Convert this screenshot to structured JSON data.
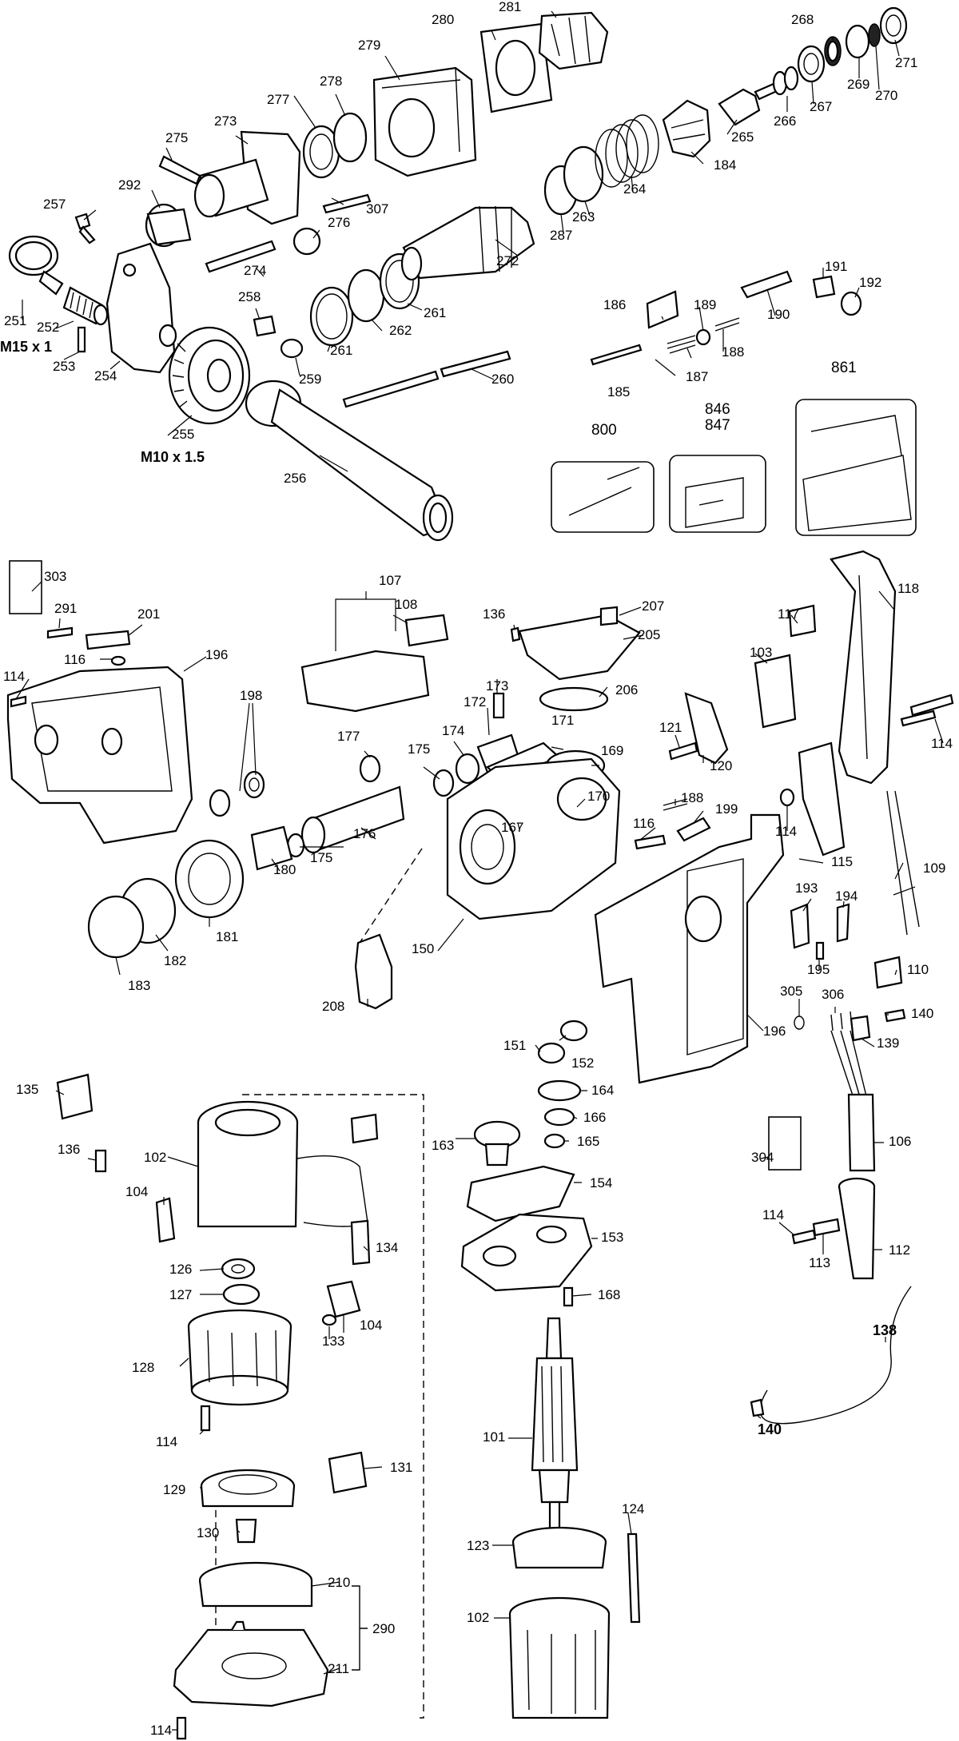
{
  "labels": {
    "p251": "251",
    "p252": "252",
    "p253": "253",
    "p254": "254",
    "p255": "255",
    "p256": "256",
    "p257": "257",
    "p258": "258",
    "p259": "259",
    "p260": "260",
    "p261a": "261",
    "p261b": "261",
    "p262": "262",
    "p263": "263",
    "p264": "264",
    "p265": "265",
    "p266": "266",
    "p267": "267",
    "p268": "268",
    "p269": "269",
    "p270": "270",
    "p271": "271",
    "p272": "272",
    "p273": "273",
    "p274": "274",
    "p275": "275",
    "p276": "276",
    "p277": "277",
    "p278": "278",
    "p279": "279",
    "p280": "280",
    "p281": "281",
    "p287": "287",
    "p292": "292",
    "p307": "307",
    "p184": "184",
    "p185": "185",
    "p186": "186",
    "p187": "187",
    "p188a": "188",
    "p189": "189",
    "p190": "190",
    "p191": "191",
    "p192": "192",
    "m15": "M15 x 1",
    "m10": "M10 x 1.5",
    "p800": "800",
    "p846": "846",
    "p847": "847",
    "p861": "861",
    "p303": "303",
    "p291": "291",
    "p201": "201",
    "p116a": "116",
    "p196a": "196",
    "p114a": "114",
    "p198": "198",
    "p107": "107",
    "p108": "108",
    "p136a": "136",
    "p207": "207",
    "p205": "205",
    "p206": "206",
    "p173": "173",
    "p172": "172",
    "p171": "171",
    "p177": "177",
    "p174": "174",
    "p175a": "175",
    "p169": "169",
    "p170": "170",
    "p167": "167",
    "p176": "176",
    "p175b": "175",
    "p180": "180",
    "p181": "181",
    "p182": "182",
    "p183": "183",
    "p150": "150",
    "p208": "208",
    "p117": "117",
    "p118": "118",
    "p103": "103",
    "p121": "121",
    "p120": "120",
    "p114b": "114",
    "p114c": "114",
    "p188b": "188",
    "p199": "199",
    "p116b": "116",
    "p115": "115",
    "p109": "109",
    "p193": "193",
    "p194": "194",
    "p195": "195",
    "p110": "110",
    "p305": "305",
    "p306": "306",
    "p140a": "140",
    "p139": "139",
    "p196b": "196",
    "p151": "151",
    "p152": "152",
    "p164": "164",
    "p166": "166",
    "p165": "165",
    "p163": "163",
    "p154": "154",
    "p153": "153",
    "p168": "168",
    "p101": "101",
    "p124": "124",
    "p123": "123",
    "p102b": "102",
    "p135": "135",
    "p136b": "136",
    "p102a": "102",
    "p104a": "104",
    "p134": "134",
    "p126": "126",
    "p127": "127",
    "p104b": "104",
    "p133": "133",
    "p128": "128",
    "p114d": "114",
    "p129": "129",
    "p131": "131",
    "p130": "130",
    "p210": "210",
    "p290": "290",
    "p211": "211",
    "p114e": "114",
    "p106": "106",
    "p304": "304",
    "p114f": "114",
    "p113": "113",
    "p112": "112",
    "p138": "138",
    "p140b": "140"
  },
  "icons": {
    "kit_800": "tool-kit-icon",
    "kit_846_847": "seal-kit-icon",
    "kit_861": "carrying-case-icon",
    "label_303": "label-sheet-icon",
    "label_304": "label-sheet-icon"
  }
}
